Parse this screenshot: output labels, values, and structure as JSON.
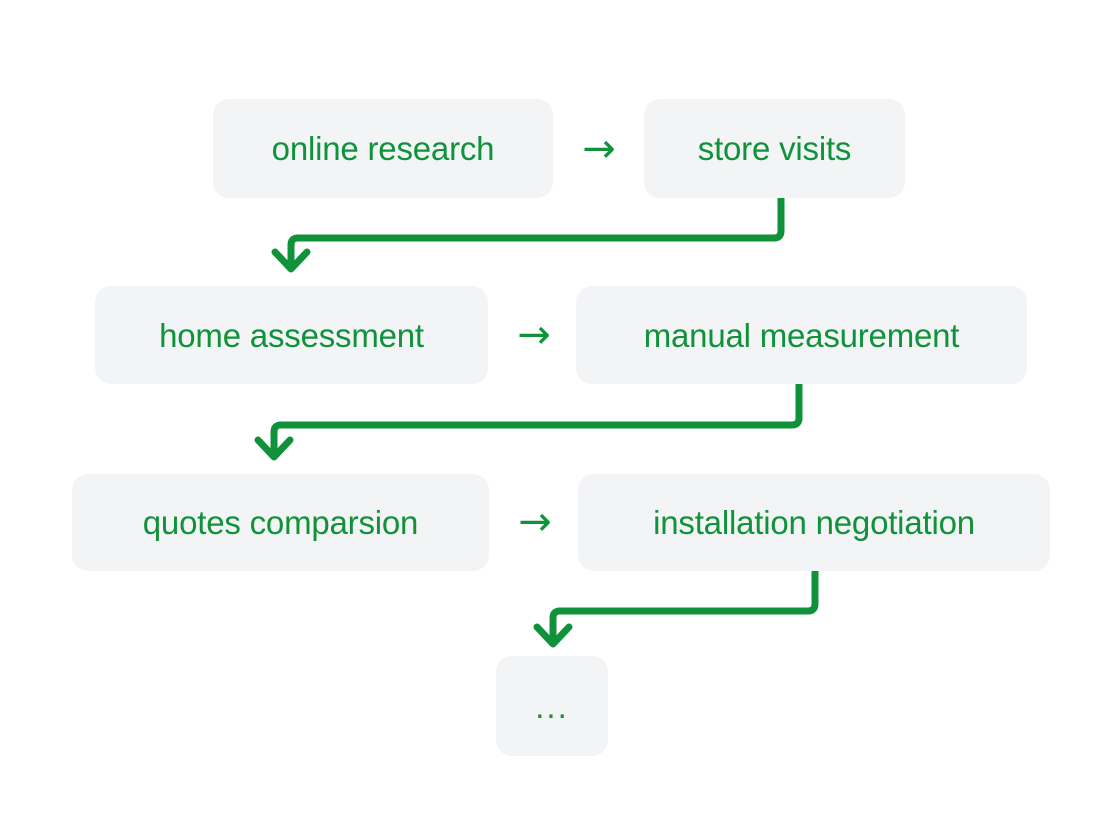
{
  "diagram": {
    "type": "flowchart",
    "title": "",
    "colors": {
      "node_background": "#f3f4f6",
      "text": "#10923a",
      "connector": "#10923a",
      "canvas": "#ffffff"
    },
    "inline_arrow_glyph": "→",
    "rows": [
      {
        "left_node": {
          "label": "online research"
        },
        "arrow": {
          "label": "→"
        },
        "right_node": {
          "label": "store visits"
        }
      },
      {
        "left_node": {
          "label": "home assessment"
        },
        "arrow": {
          "label": "→"
        },
        "right_node": {
          "label": "manual measurement"
        }
      },
      {
        "left_node": {
          "label": "quotes comparsion"
        },
        "arrow": {
          "label": "→"
        },
        "right_node": {
          "label": "installation negotiation"
        }
      }
    ],
    "terminal_node": {
      "label": "..."
    }
  },
  "chart_data": {
    "type": "diagram",
    "nodes": [
      {
        "id": "online-research",
        "label": "online research",
        "row": 1,
        "col": "left"
      },
      {
        "id": "store-visits",
        "label": "store visits",
        "row": 1,
        "col": "right"
      },
      {
        "id": "home-assessment",
        "label": "home assessment",
        "row": 2,
        "col": "left"
      },
      {
        "id": "manual-measurement",
        "label": "manual measurement",
        "row": 2,
        "col": "right"
      },
      {
        "id": "quotes-comparsion",
        "label": "quotes comparsion",
        "row": 3,
        "col": "left"
      },
      {
        "id": "installation-negotiation",
        "label": "installation negotiation",
        "row": 3,
        "col": "right"
      },
      {
        "id": "ellipsis",
        "label": "...",
        "row": 4,
        "col": "center"
      }
    ],
    "edges": [
      {
        "from": "online-research",
        "to": "store-visits",
        "style": "inline-arrow"
      },
      {
        "from": "store-visits",
        "to": "home-assessment",
        "style": "elbow-wrap"
      },
      {
        "from": "home-assessment",
        "to": "manual-measurement",
        "style": "inline-arrow"
      },
      {
        "from": "manual-measurement",
        "to": "quotes-comparsion",
        "style": "elbow-wrap"
      },
      {
        "from": "quotes-comparsion",
        "to": "installation-negotiation",
        "style": "inline-arrow"
      },
      {
        "from": "installation-negotiation",
        "to": "ellipsis",
        "style": "elbow-wrap"
      }
    ]
  }
}
